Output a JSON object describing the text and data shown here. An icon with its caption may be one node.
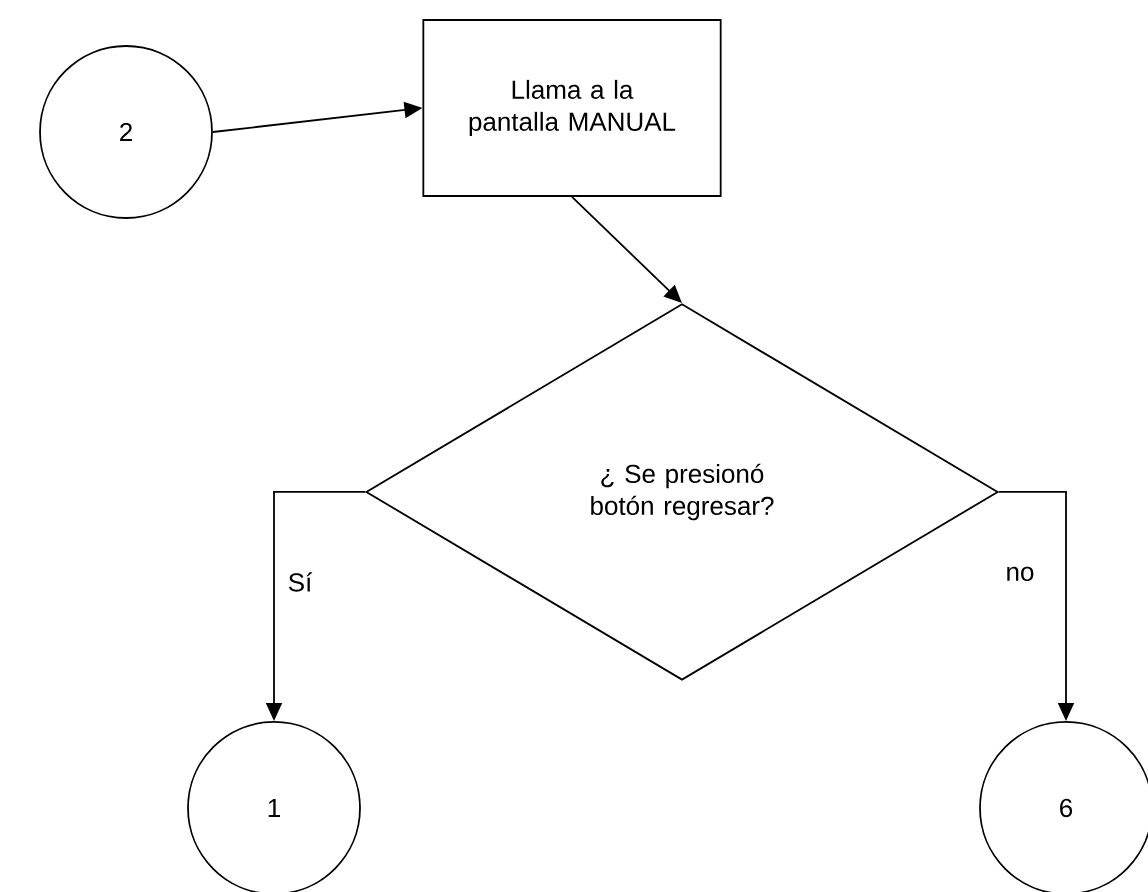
{
  "diagram": {
    "nodes": [
      {
        "text": [
          "2"
        ]
      },
      {
        "text": [
          "Llama a la pantalla MANUAL"
        ]
      },
      {
        "text": [
          "¿ Se presionó botón regresar?"
        ]
      },
      {
        "text": [
          "1"
        ]
      },
      {
        "text": [
          "6"
        ]
      }
    ],
    "edges": [
      {
        "from": 0,
        "to": 1,
        "arrow": "to"
      },
      {
        "from": 1,
        "to": 2,
        "arrow": "to"
      },
      {
        "from": 2,
        "to": 3,
        "arrow": "to",
        "label": "Sí"
      },
      {
        "from": 2,
        "to": 4,
        "arrow": "to",
        "label": "no"
      }
    ]
  }
}
